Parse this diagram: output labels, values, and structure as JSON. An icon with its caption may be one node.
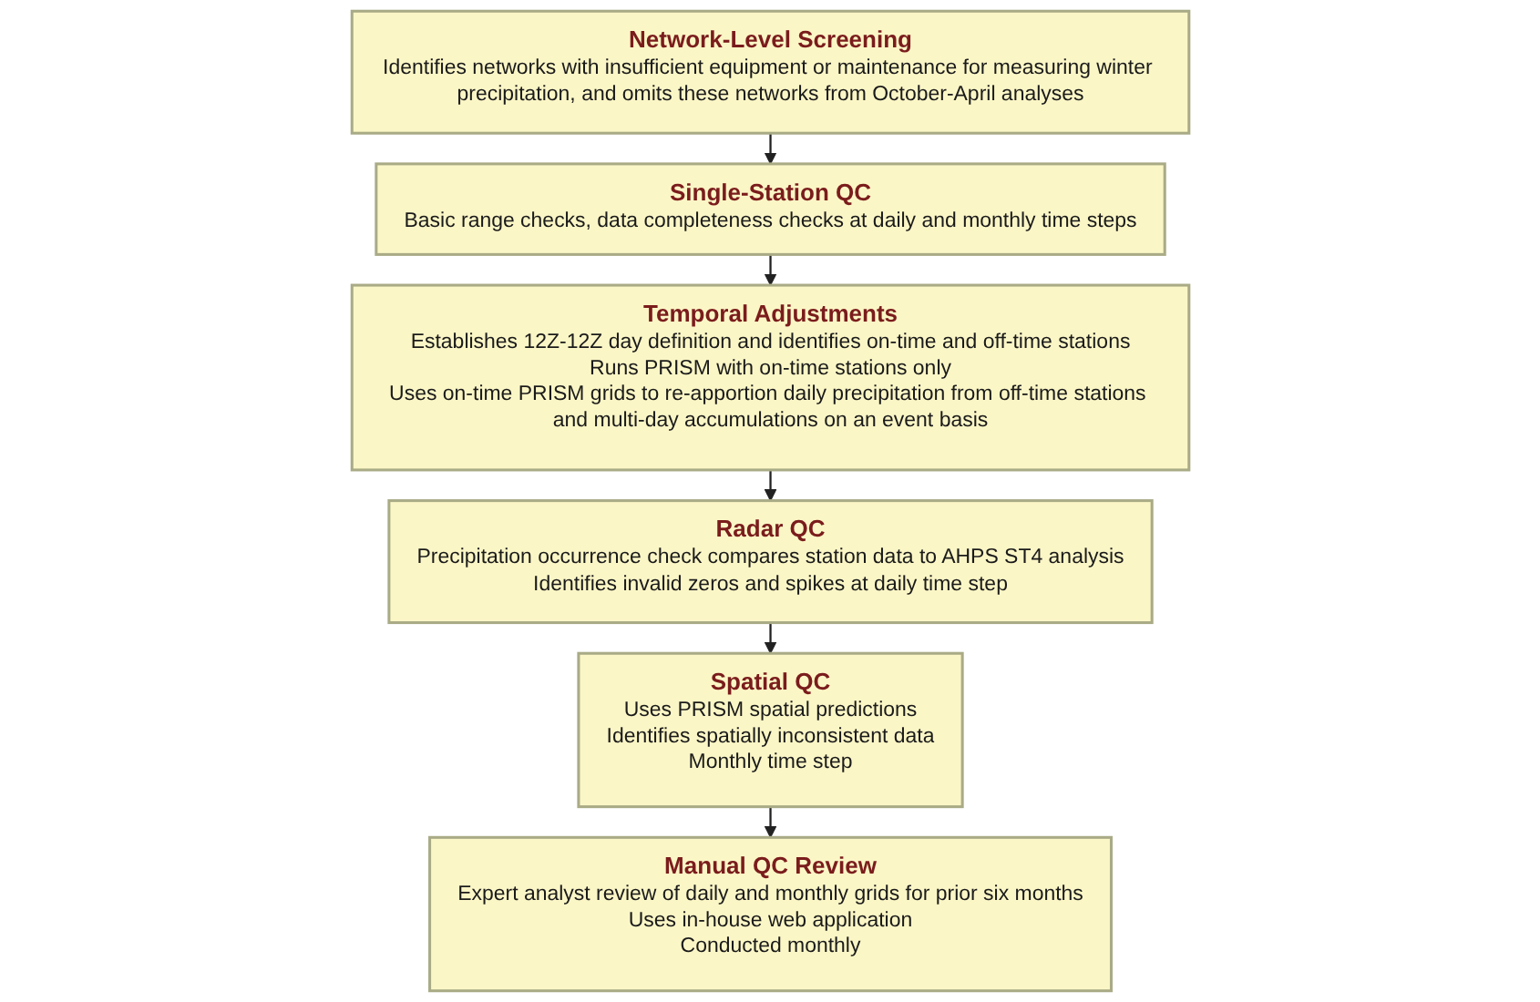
{
  "diagram": {
    "nodes": [
      {
        "text": [
          "Network-Level Screening",
          "Identifies networks with insufficient equipment or maintenance for measuring winter precipitation, and omits these networks from October-April analyses"
        ]
      },
      {
        "text": [
          "Single-Station QC",
          "Basic range checks, data completeness checks at daily and monthly time steps"
        ]
      },
      {
        "text": [
          "Temporal Adjustments",
          "Establishes 12Z-12Z day definition and identifies on-time and off-time stations",
          "Runs PRISM with on-time stations only",
          "Uses on-time PRISM grids to re-apportion daily precipitation from off-time stations and multi-day accumulations on an event basis"
        ]
      },
      {
        "text": [
          "Radar QC",
          "Precipitation occurrence check compares station data to AHPS ST4 analysis",
          "Identifies invalid zeros and spikes at daily time step"
        ]
      },
      {
        "text": [
          "Spatial QC",
          "Uses PRISM spatial predictions",
          "Identifies spatially inconsistent data",
          "Monthly time step"
        ]
      },
      {
        "text": [
          "Manual QC Review",
          "Expert analyst review of daily and monthly grids for prior six months",
          "Uses in-house web application",
          "Conducted monthly"
        ]
      }
    ],
    "edges": [
      {
        "from": 0,
        "to": 1,
        "arrow": "to"
      },
      {
        "from": 1,
        "to": 2,
        "arrow": "to"
      },
      {
        "from": 2,
        "to": 3,
        "arrow": "to"
      },
      {
        "from": 3,
        "to": 4,
        "arrow": "to"
      },
      {
        "from": 4,
        "to": 5,
        "arrow": "to"
      }
    ]
  }
}
